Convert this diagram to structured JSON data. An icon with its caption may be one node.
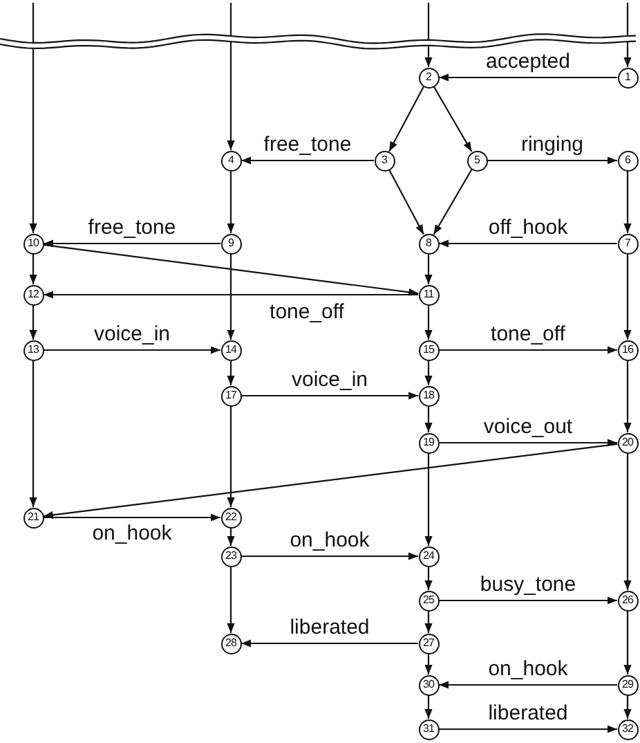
{
  "diagram": {
    "nodes": [
      {
        "text": [
          "1"
        ]
      },
      {
        "text": [
          "2"
        ]
      },
      {
        "text": [
          "3"
        ]
      },
      {
        "text": [
          "4"
        ]
      },
      {
        "text": [
          "5"
        ]
      },
      {
        "text": [
          "6"
        ]
      },
      {
        "text": [
          "7"
        ]
      },
      {
        "text": [
          "8"
        ]
      },
      {
        "text": [
          "9"
        ]
      },
      {
        "text": [
          "10"
        ]
      },
      {
        "text": [
          "11"
        ]
      },
      {
        "text": [
          "12"
        ]
      },
      {
        "text": [
          "13"
        ]
      },
      {
        "text": [
          "14"
        ]
      },
      {
        "text": [
          "15"
        ]
      },
      {
        "text": [
          "16"
        ]
      },
      {
        "text": [
          "17"
        ]
      },
      {
        "text": [
          "18"
        ]
      },
      {
        "text": [
          "19"
        ]
      },
      {
        "text": [
          "20"
        ]
      },
      {
        "text": [
          "21"
        ]
      },
      {
        "text": [
          "22"
        ]
      },
      {
        "text": [
          "23"
        ]
      },
      {
        "text": [
          "24"
        ]
      },
      {
        "text": [
          "25"
        ]
      },
      {
        "text": [
          "26"
        ]
      },
      {
        "text": [
          "27"
        ]
      },
      {
        "text": [
          "28"
        ]
      },
      {
        "text": [
          "29"
        ]
      },
      {
        "text": [
          "30"
        ]
      },
      {
        "text": [
          "31"
        ]
      },
      {
        "text": [
          "32"
        ]
      }
    ],
    "edges": [
      {
        "from": 0,
        "to": 1,
        "arrow": "to",
        "label": "accepted"
      },
      {
        "from": 1,
        "to": 2,
        "arrow": "to"
      },
      {
        "from": 1,
        "to": 4,
        "arrow": "to"
      },
      {
        "from": 2,
        "to": 3,
        "arrow": "to",
        "label": "free_tone"
      },
      {
        "from": 4,
        "to": 5,
        "arrow": "to",
        "label": "ringing"
      },
      {
        "from": 2,
        "to": 7,
        "arrow": "to"
      },
      {
        "from": 4,
        "to": 7,
        "arrow": "to"
      },
      {
        "from": 5,
        "to": 6,
        "arrow": "to"
      },
      {
        "from": 6,
        "to": 7,
        "arrow": "to",
        "label": "off_hook"
      },
      {
        "from": 3,
        "to": 8,
        "arrow": "to"
      },
      {
        "from": 8,
        "to": 9,
        "arrow": "to",
        "label": "free_tone"
      },
      {
        "from": 7,
        "to": 10,
        "arrow": "to"
      },
      {
        "from": 9,
        "to": 10,
        "arrow": "to"
      },
      {
        "from": 10,
        "to": 11,
        "arrow": "to",
        "label": "tone_off"
      },
      {
        "from": 9,
        "to": 11,
        "arrow": "to"
      },
      {
        "from": 11,
        "to": 12,
        "arrow": "to"
      },
      {
        "from": 12,
        "to": 13,
        "arrow": "to",
        "label": "voice_in"
      },
      {
        "from": 8,
        "to": 13,
        "arrow": "to"
      },
      {
        "from": 10,
        "to": 14,
        "arrow": "to"
      },
      {
        "from": 14,
        "to": 15,
        "arrow": "to",
        "label": "tone_off"
      },
      {
        "from": 6,
        "to": 15,
        "arrow": "to"
      },
      {
        "from": 13,
        "to": 16,
        "arrow": "to"
      },
      {
        "from": 16,
        "to": 17,
        "arrow": "to",
        "label": "voice_in"
      },
      {
        "from": 14,
        "to": 17,
        "arrow": "to"
      },
      {
        "from": 17,
        "to": 18,
        "arrow": "to"
      },
      {
        "from": 18,
        "to": 19,
        "arrow": "to",
        "label": "voice_out"
      },
      {
        "from": 15,
        "to": 19,
        "arrow": "to"
      },
      {
        "from": 19,
        "to": 20,
        "arrow": "to"
      },
      {
        "from": 12,
        "to": 20,
        "arrow": "to"
      },
      {
        "from": 20,
        "to": 21,
        "arrow": "to",
        "label": "on_hook"
      },
      {
        "from": 16,
        "to": 21,
        "arrow": "to"
      },
      {
        "from": 21,
        "to": 22,
        "arrow": "to"
      },
      {
        "from": 22,
        "to": 23,
        "arrow": "to",
        "label": "on_hook"
      },
      {
        "from": 18,
        "to": 23,
        "arrow": "to"
      },
      {
        "from": 23,
        "to": 24,
        "arrow": "to"
      },
      {
        "from": 24,
        "to": 25,
        "arrow": "to",
        "label": "busy_tone"
      },
      {
        "from": 19,
        "to": 25,
        "arrow": "to"
      },
      {
        "from": 24,
        "to": 26,
        "arrow": "to"
      },
      {
        "from": 26,
        "to": 27,
        "arrow": "to",
        "label": "liberated"
      },
      {
        "from": 22,
        "to": 27,
        "arrow": "to"
      },
      {
        "from": 26,
        "to": 29,
        "arrow": "to"
      },
      {
        "from": 25,
        "to": 28,
        "arrow": "to"
      },
      {
        "from": 28,
        "to": 29,
        "arrow": "to",
        "label": "on_hook"
      },
      {
        "from": 29,
        "to": 30,
        "arrow": "to"
      },
      {
        "from": 30,
        "to": 31,
        "arrow": "to",
        "label": "liberated"
      },
      {
        "from": 28,
        "to": 31,
        "arrow": "to"
      },
      {
        "from": null,
        "to": 0,
        "arrow": "to"
      },
      {
        "from": null,
        "to": 1,
        "arrow": "to"
      },
      {
        "from": null,
        "to": 3,
        "arrow": "to"
      },
      {
        "from": null,
        "to": 9,
        "arrow": "to"
      }
    ]
  }
}
